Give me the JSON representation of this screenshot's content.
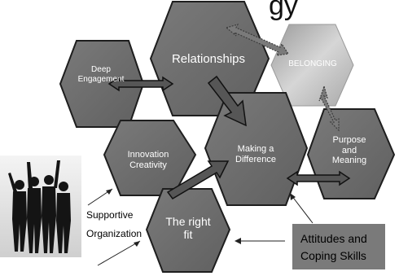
{
  "title_fragment": "gy",
  "hexagons": {
    "deep_engagement": [
      "Deep",
      "Engagement"
    ],
    "relationships": [
      "Relationships"
    ],
    "belonging": [
      "BELONGING"
    ],
    "innovation_creativity": [
      "Innovation",
      "Creativity"
    ],
    "making_a_difference": [
      "Making a",
      "Difference"
    ],
    "purpose_and_meaning": [
      "Purpose",
      "and",
      "Meaning"
    ],
    "the_right_fit": [
      "The right",
      "fit"
    ]
  },
  "labels": {
    "supportive": "Supportive",
    "organization": "Organization"
  },
  "callout": {
    "line1": "Attitudes and",
    "line2": "Coping Skills"
  },
  "colors": {
    "hex_fill": "#6b6b6b",
    "hex_stroke": "#1e1e1e",
    "belonging_fill": "#c2c2c2",
    "arrow_fill": "#565656",
    "callout_fill": "#7a7a7a"
  }
}
